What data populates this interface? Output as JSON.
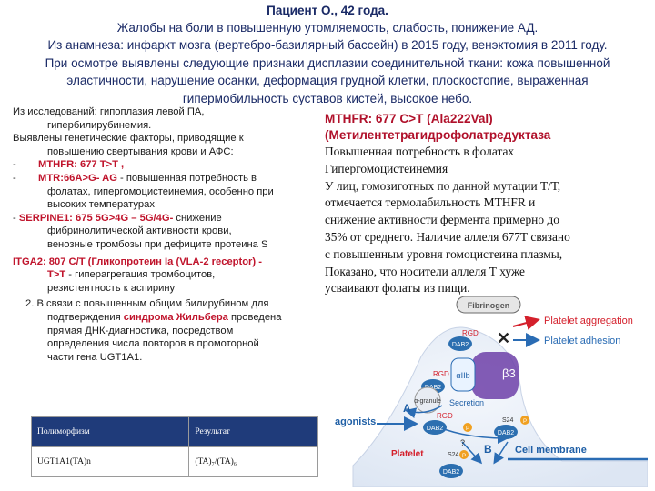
{
  "header": {
    "patient": "Пациент О., 42 года.",
    "lines": [
      "Жалобы на  боли в повышенную утомляемость, слабость, понижение АД.",
      "Из анамнеза: инфаркт мозга (вертебро-базилярный бассейн) в 2015 году, венэктомия в 2011 году.",
      "При осмотре выявлены следующие признаки дисплазии соединительной ткани: кожа повышенной",
      "эластичности, нарушение осанки, деформация грудной клетки, плоскостопие, выраженная",
      "гипермобильность суставов кистей,  высокое небо."
    ]
  },
  "left": {
    "p1_a": "Из исследований: гипоплазия левой ПА,",
    "p1_b": "гипербилирубинемия.",
    "p2_a": "Выявлены генетические факторы, приводящие к",
    "p2_b": "повышению свертывания крови и АФС:",
    "dash": "-",
    "mthfr": "MTHFR: 677 T>T ,",
    "mtr_red": "MTR:66A>G- AG",
    "mtr_rest": " - повышенная потребность в",
    "mtr_l2": "фолатах, гипергомоцистеинемия, особенно при",
    "mtr_l3": "высоких температурах",
    "serp_pre": "- ",
    "serp_red": "SERPINE1: 675 5G>4G – 5G/4G-",
    "serp_rest": " снижение",
    "serp_l2": "фибринолитической активности крови,",
    "serp_l3": "венозные тромбозы при дефиците протеина S",
    "itga_red": "ITGA2: 807 C/T (Гликопротеин Ia (VLA-2 receptor) -",
    "itga_red2": "T>T",
    "itga_rest": " - гиперагрегация тромбоцитов,",
    "itga_l3": "резистентность к аспирину",
    "p2n_pre": "2. В связи с повышенным общим билирубином  для",
    "p2n_l2a": "подтверждения ",
    "p2n_l2red": "синдрома Жильбера",
    "p2n_l2b": " проведена",
    "p2n_l3": "прямая ДНК-диагностика, посредством",
    "p2n_l4": "определения числа повторов в промоторной",
    "p2n_l5": "части гена UGT1A1."
  },
  "right": {
    "h1": "MTHFR: 677 C>T (Ala222Val)",
    "h2": "(Метилентетрагидрофолатредуктаза",
    "lines": [
      "Повышенная потребность в фолатах",
      "Гипергомоцистеинемия",
      "У лиц, гомозиготных по данной мутации Т/Т,",
      "отмечается термолабильность MTHFR и",
      "снижение активности фермента примерно до",
      "35% от среднего. Наличие аллеля 677Т связано",
      "с повышенным уровня гомоцистеина плазмы,",
      "Показано, что носители аллеля Т хуже",
      "усваивают фолаты из пищи."
    ]
  },
  "table": {
    "headers": [
      "Полиморфизм",
      "Результат"
    ],
    "rows": [
      [
        "UGT1A1(TA)n",
        "(TA)₇/(TA)₆"
      ]
    ]
  },
  "diagram": {
    "fibrinogen": "Fibrinogen",
    "platelet_aggregation": "Platelet aggregation",
    "platelet_adhesion": "Platelet adhesion",
    "x_mark": "✕",
    "rgd": "RGD",
    "dab2": "DAB2",
    "aiib": "αIIb",
    "b3": "β3",
    "alpha_granule": "α-granule",
    "secretion": "Secretion",
    "label_a": "A",
    "agonists": "agonists",
    "s24": "S24",
    "p": "P",
    "q": "?",
    "label_b": "B",
    "platelet": "Platelet",
    "cell_membrane": "Cell membrane",
    "colors": {
      "dab2": "#2c6fb0",
      "fibrinogen": "#6b6b6b",
      "arrow_red": "#d4202c",
      "arrow_blue": "#2a6cb4",
      "integrin": "#6d3fa8",
      "p": "#f0a020",
      "label": "#1f5fa6"
    }
  }
}
